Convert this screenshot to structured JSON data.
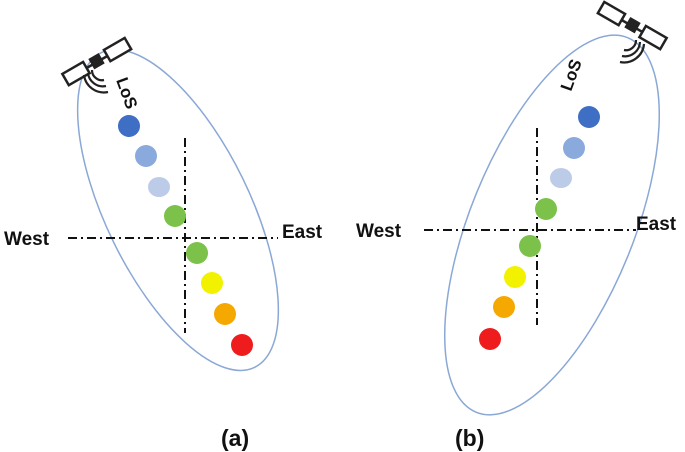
{
  "panels": [
    {
      "caption": "(a)",
      "los_label": "LoS",
      "west_label": "West",
      "east_label": "East",
      "dot_colors": [
        "#3f6fc4",
        "#8aa9dc",
        "#bccbe8",
        "#7cc24a",
        "#7cc24a",
        "#f2f200",
        "#f5a800",
        "#ee1c1c"
      ]
    },
    {
      "caption": "(b)",
      "los_label": "LoS",
      "west_label": "West",
      "east_label": "East",
      "dot_colors": [
        "#3f6fc4",
        "#8aa9dc",
        "#bccbe8",
        "#7cc24a",
        "#7cc24a",
        "#f2f200",
        "#f5a800",
        "#ee1c1c"
      ]
    }
  ],
  "colors": {
    "ellipse_stroke": "#8aa8d6",
    "axis_line": "#111111",
    "satellite": "#222222"
  },
  "icons": [
    "satellite-icon",
    "signal-waves-icon"
  ]
}
